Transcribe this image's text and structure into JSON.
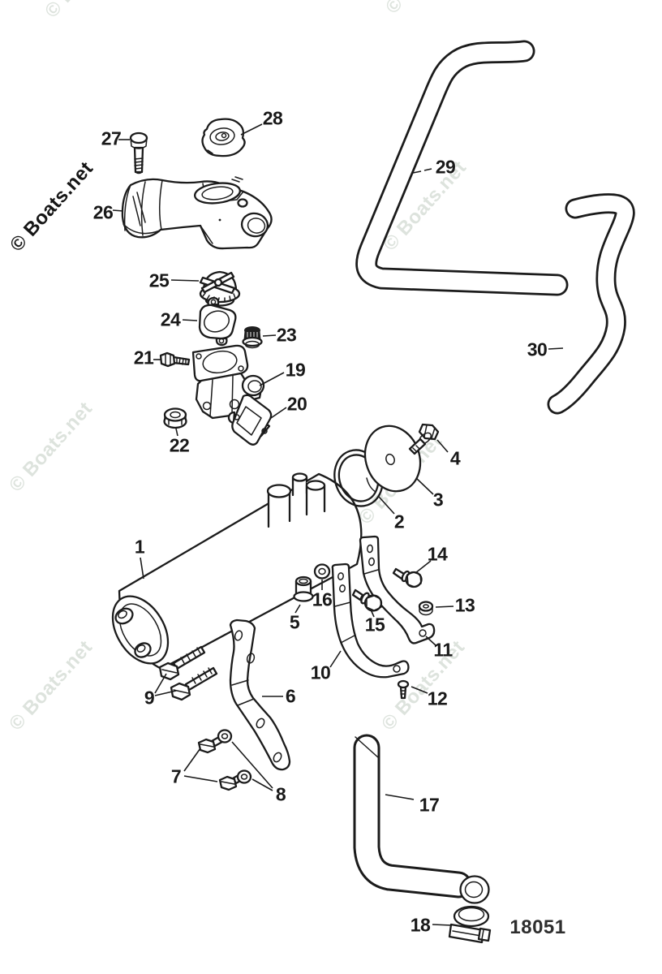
{
  "watermark": {
    "text": "© Boats.net"
  },
  "diagram": {
    "ref_number": "18051"
  },
  "colors": {
    "background": "#ffffff",
    "line": "#1b1b1b",
    "watermark_light": "#dde3dd",
    "watermark_dark": "#161616",
    "ref_text": "#2e2e2e"
  },
  "callouts": {
    "c1": "1",
    "c2": "2",
    "c3": "3",
    "c4": "4",
    "c5": "5",
    "c6": "6",
    "c7": "7",
    "c8": "8",
    "c9": "9",
    "c10": "10",
    "c11": "11",
    "c12": "12",
    "c13": "13",
    "c14": "14",
    "c15": "15",
    "c16": "16",
    "c17": "17",
    "c18": "18",
    "c19": "19",
    "c20": "20",
    "c21": "21",
    "c22": "22",
    "c23": "23",
    "c24": "24",
    "c25": "25",
    "c26": "26",
    "c27": "27",
    "c28": "28",
    "c29": "29",
    "c30": "30"
  }
}
